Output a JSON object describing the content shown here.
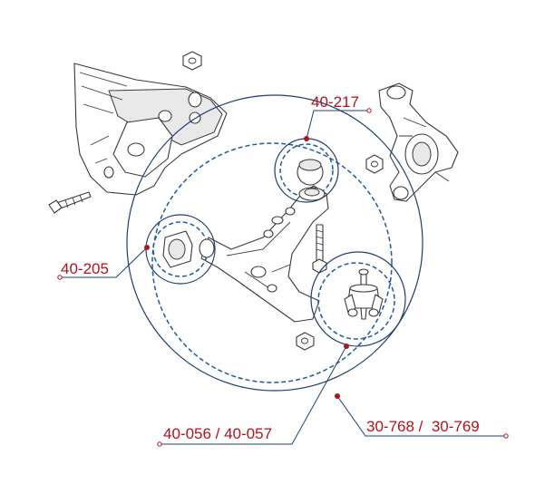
{
  "labels": {
    "upper_bushing": "40-217",
    "front_bushing": "40-205",
    "ball_joint": "40-056 / 40-057",
    "control_arm": "30-768 /  30-769"
  },
  "colors": {
    "label_red": "#b3121b",
    "circle_navy": "#1d3f73",
    "dash_blue": "#1f5a9a",
    "line_art": "#3a3a3a"
  }
}
